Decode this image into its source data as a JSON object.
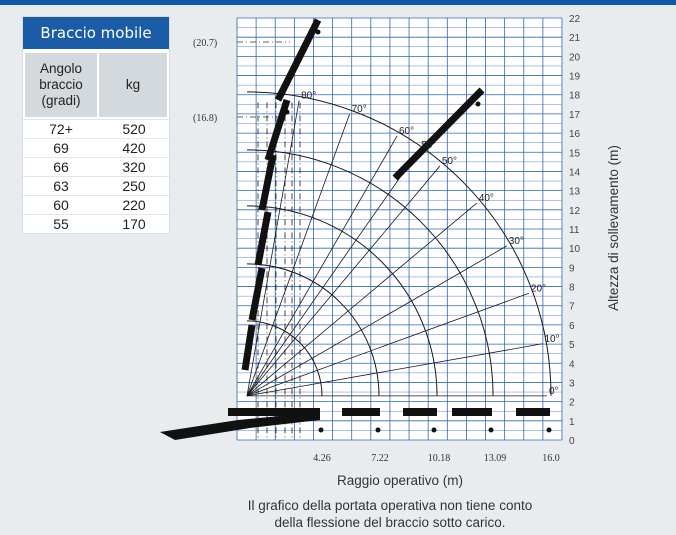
{
  "table": {
    "title": "Braccio mobile",
    "col1_header": "Angolo braccio (gradi)",
    "col2_header": "kg",
    "rows": [
      {
        "angle": "72+",
        "kg": "520"
      },
      {
        "angle": "69",
        "kg": "420"
      },
      {
        "angle": "66",
        "kg": "320"
      },
      {
        "angle": "63",
        "kg": "250"
      },
      {
        "angle": "60",
        "kg": "220"
      },
      {
        "angle": "55",
        "kg": "170"
      }
    ]
  },
  "diagram": {
    "y_axis_label": "Altezza di sollevamento (m)",
    "x_axis_label": "Raggio operativo (m)",
    "y_ticks": [
      "0",
      "1",
      "2",
      "3",
      "4",
      "5",
      "6",
      "7",
      "8",
      "9",
      "10",
      "11",
      "12",
      "13",
      "14",
      "15",
      "16",
      "17",
      "18",
      "19",
      "20",
      "21",
      "22"
    ],
    "x_ticks": [
      "4.26",
      "7.22",
      "10.18",
      "13.09",
      "16.0"
    ],
    "height_markers": [
      "(20.7)",
      "(16.8)"
    ],
    "angle_labels": [
      "80°",
      "70°",
      "60°",
      "55°",
      "50°",
      "40°",
      "30°",
      "20°",
      "10°",
      "0°"
    ],
    "colors": {
      "grid": "#3566b0",
      "background": "#ffffff",
      "lines": "#1a1a1a",
      "boom": "#111111"
    }
  },
  "footnote": {
    "line1": "Il grafico della portata operativa non tiene conto",
    "line2": "della flessione del braccio sotto carico."
  }
}
